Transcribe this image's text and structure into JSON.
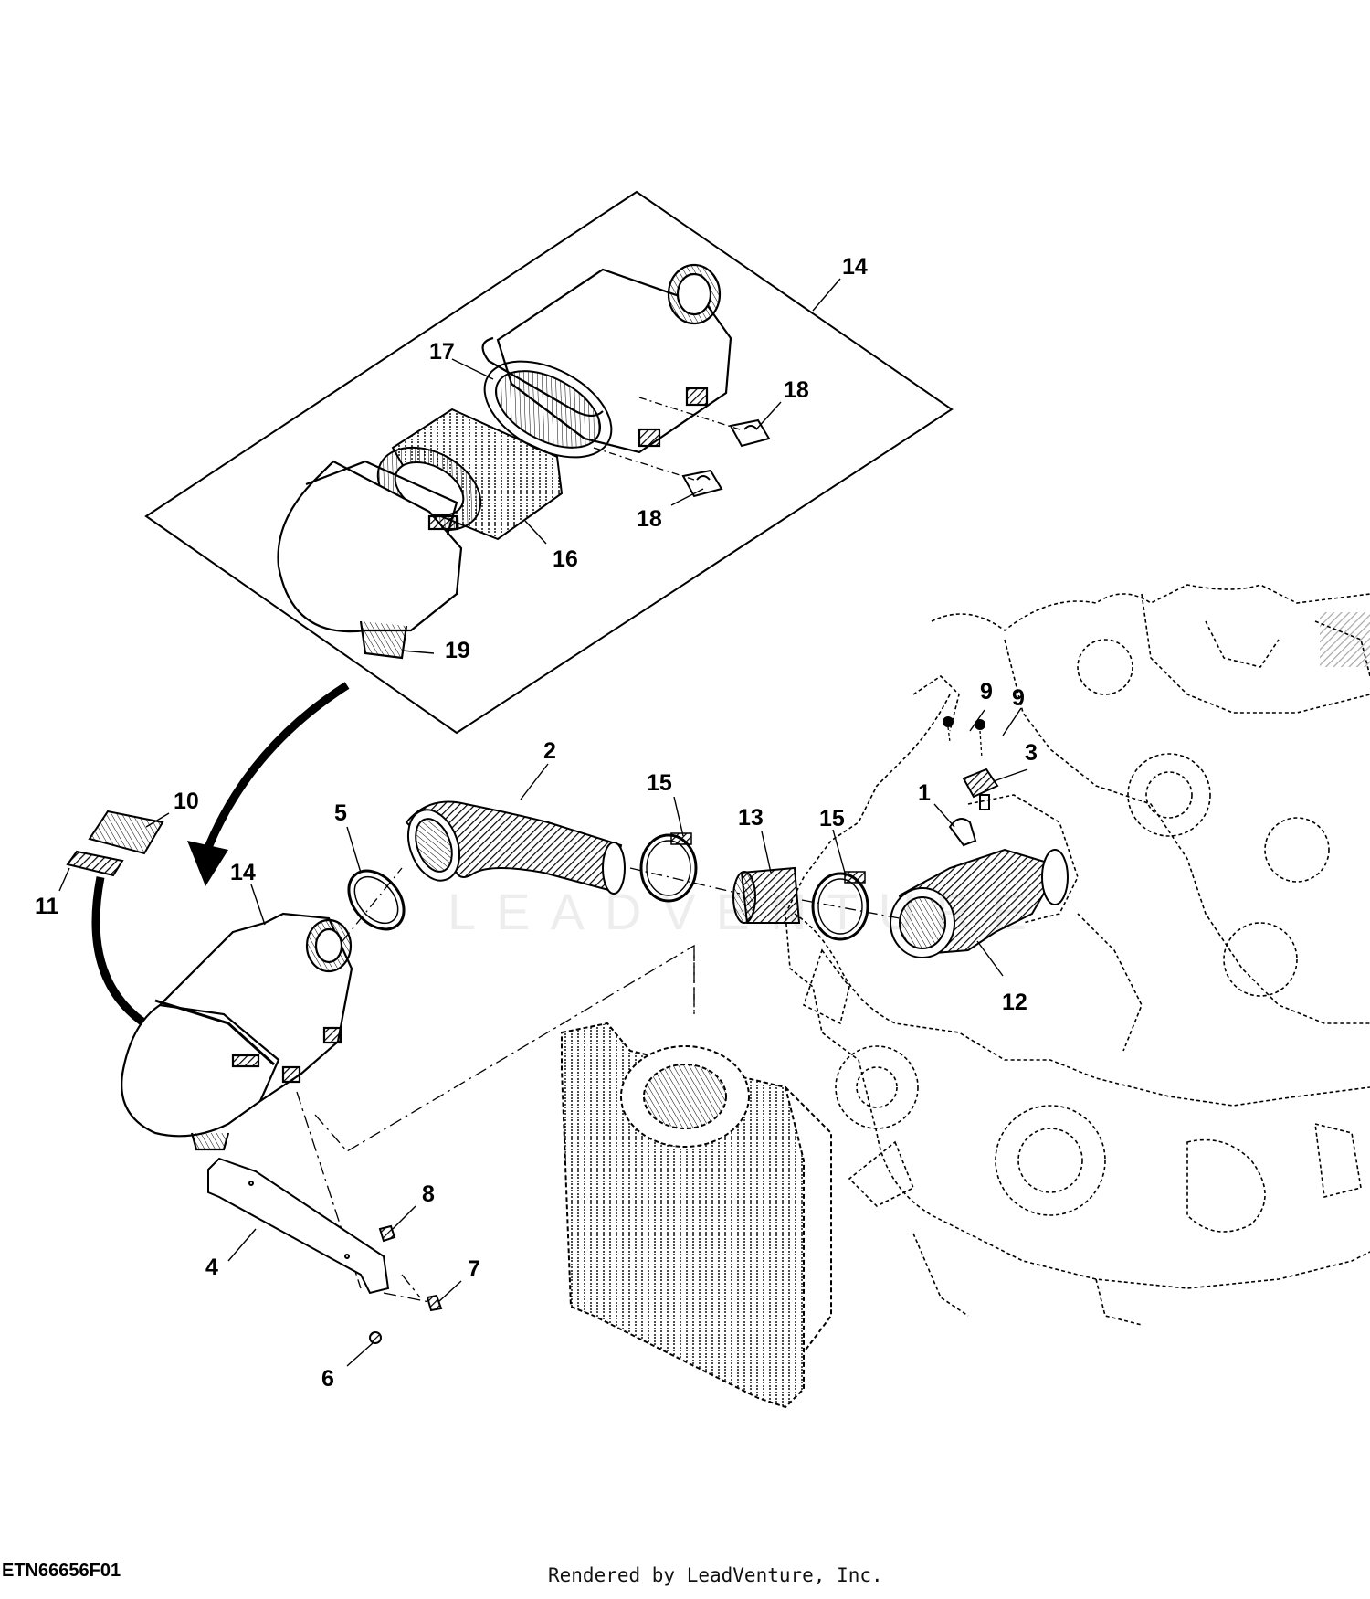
{
  "figure_id": "ETN66656F01",
  "footer": "Rendered by LeadVenture, Inc.",
  "watermark": "LEADVENTURE",
  "callouts": [
    {
      "id": "c14a",
      "label": "14"
    },
    {
      "id": "c17",
      "label": "17"
    },
    {
      "id": "c18a",
      "label": "18"
    },
    {
      "id": "c18b",
      "label": "18"
    },
    {
      "id": "c16",
      "label": "16"
    },
    {
      "id": "c19",
      "label": "19"
    },
    {
      "id": "c2",
      "label": "2"
    },
    {
      "id": "c9a",
      "label": "9"
    },
    {
      "id": "c9b",
      "label": "9"
    },
    {
      "id": "c3",
      "label": "3"
    },
    {
      "id": "c1",
      "label": "1"
    },
    {
      "id": "c15a",
      "label": "15"
    },
    {
      "id": "c13",
      "label": "13"
    },
    {
      "id": "c15b",
      "label": "15"
    },
    {
      "id": "c5",
      "label": "5"
    },
    {
      "id": "c10",
      "label": "10"
    },
    {
      "id": "c11",
      "label": "11"
    },
    {
      "id": "c14b",
      "label": "14"
    },
    {
      "id": "c12",
      "label": "12"
    },
    {
      "id": "c8",
      "label": "8"
    },
    {
      "id": "c4",
      "label": "4"
    },
    {
      "id": "c7",
      "label": "7"
    },
    {
      "id": "c6",
      "label": "6"
    }
  ]
}
